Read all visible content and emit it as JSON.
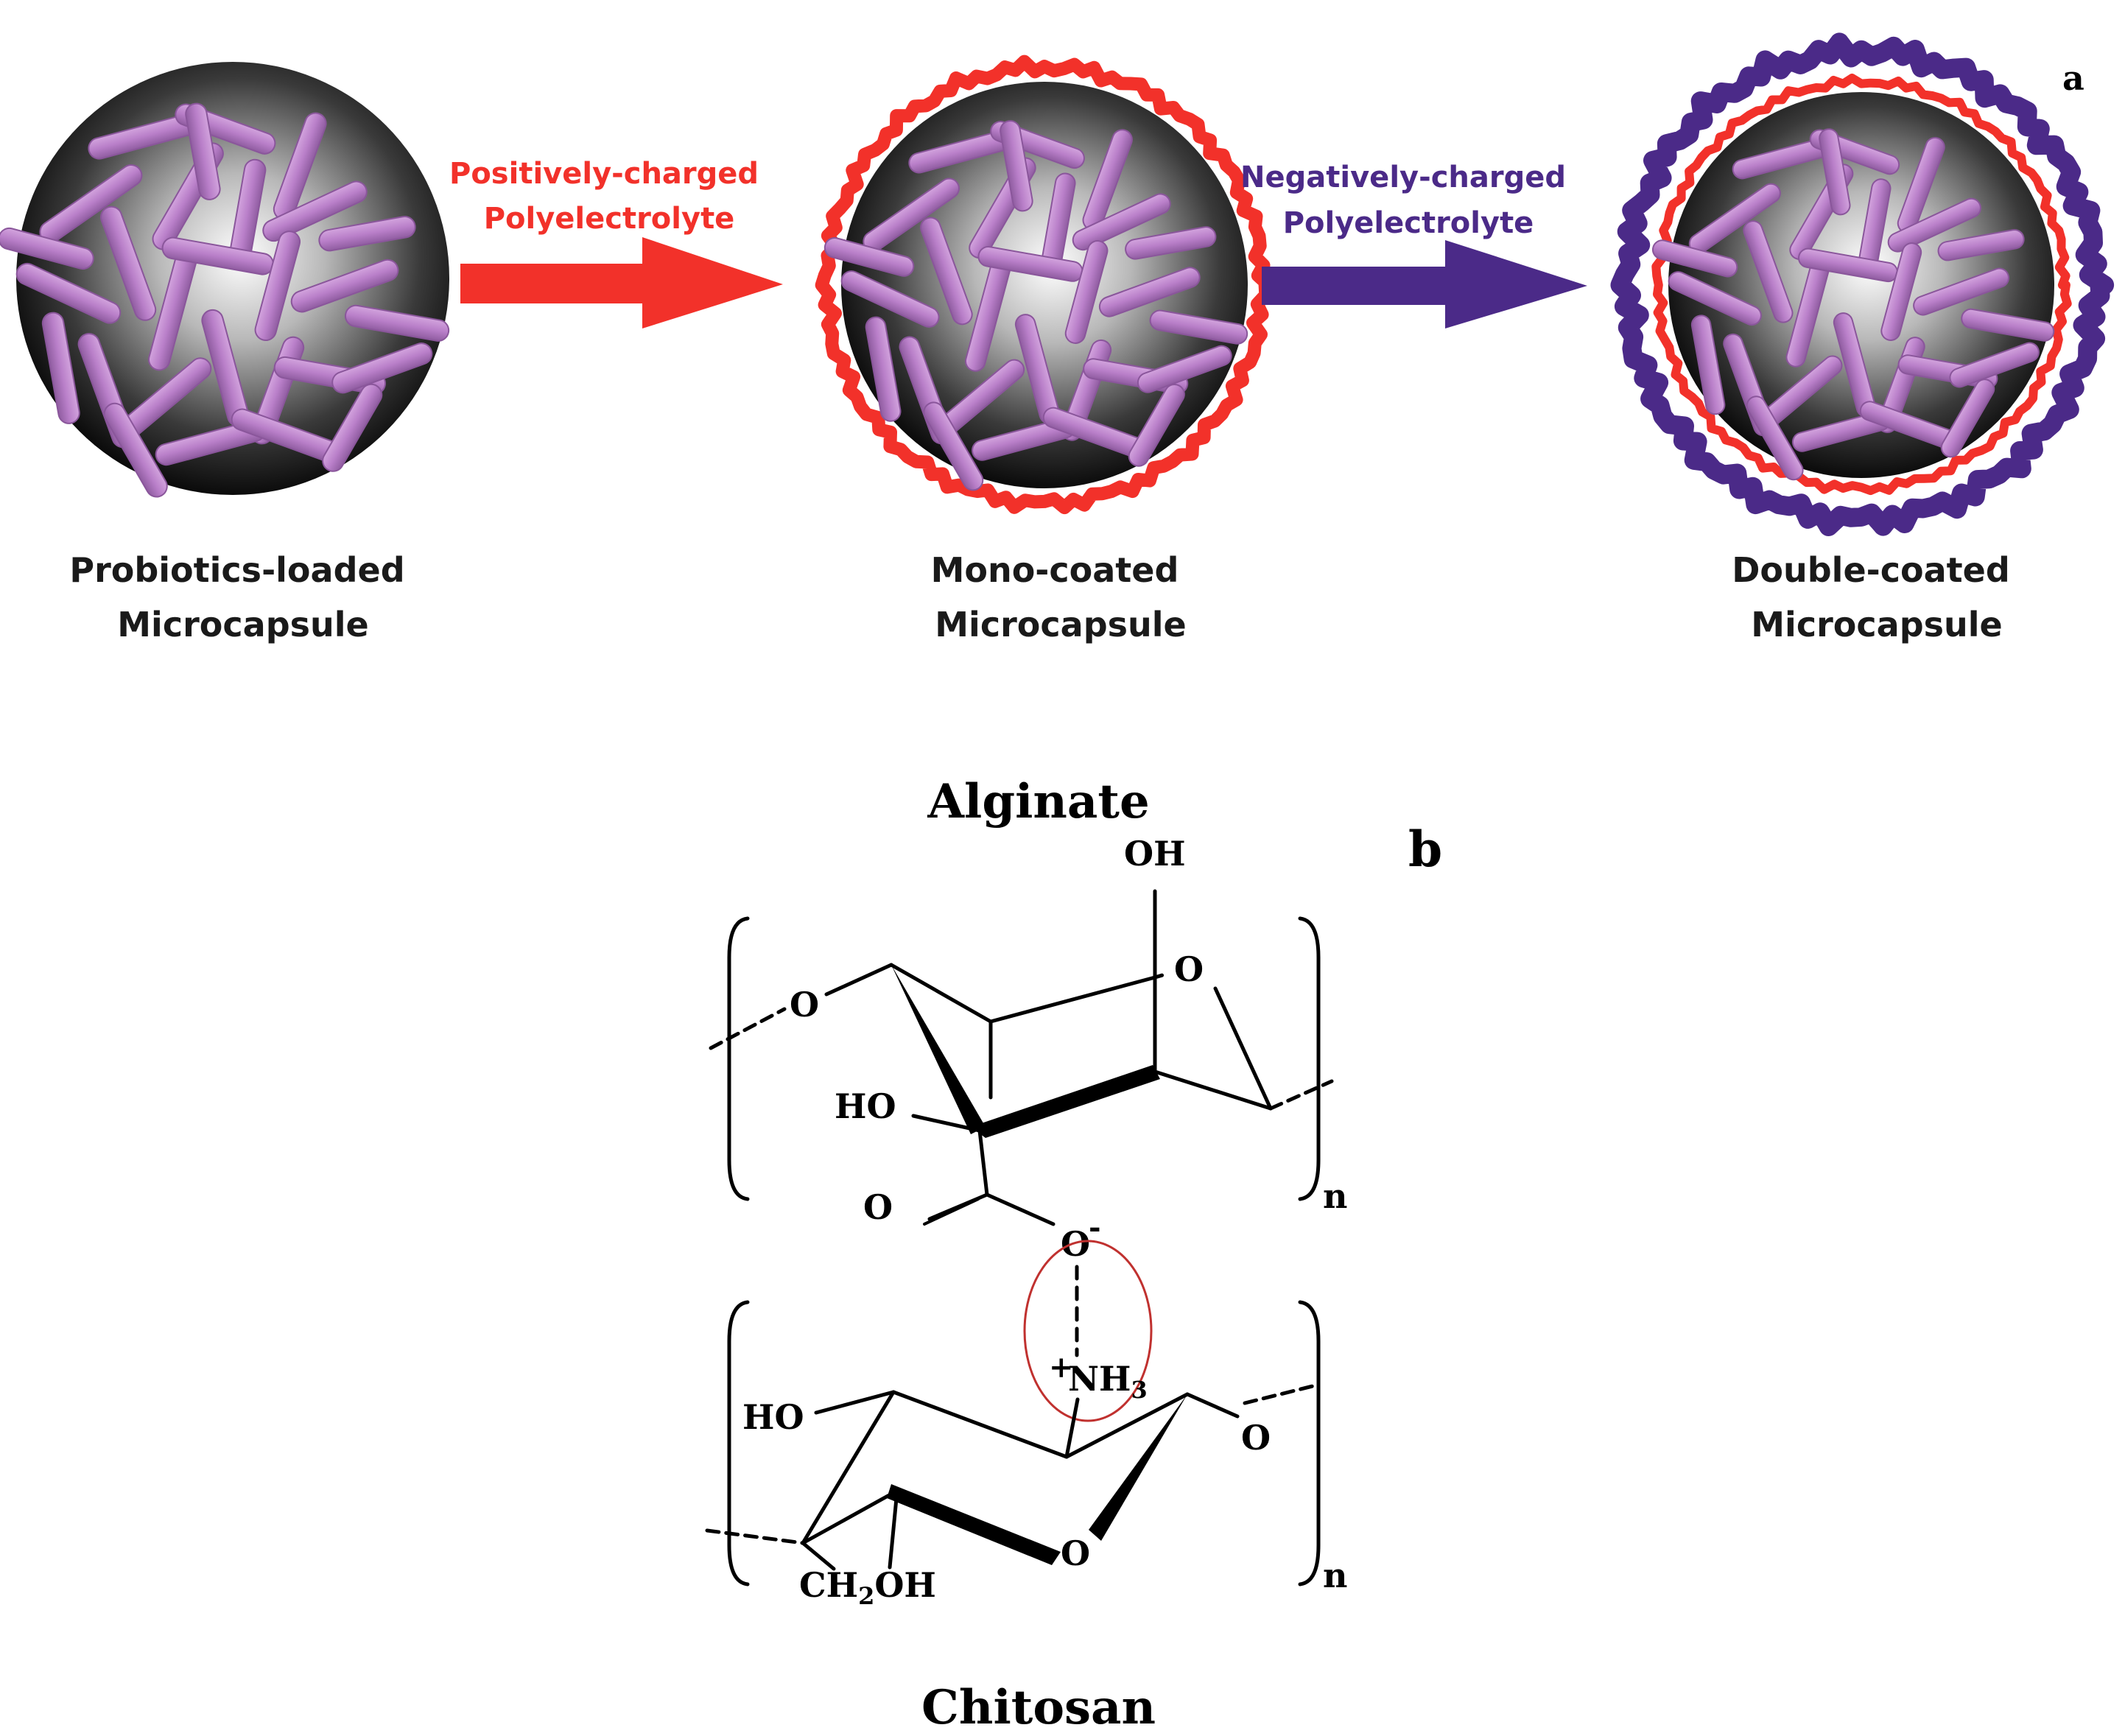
{
  "panel_a": {
    "label": "a",
    "capsule_1_label": [
      "Probiotics-loaded",
      "Microcapsule"
    ],
    "capsule_2_label": [
      "Mono-coated",
      "Microcapsule"
    ],
    "capsule_3_label": [
      "Double-coated",
      "Microcapsule"
    ],
    "arrow_1_label": [
      "Positively-charged",
      "Polyelectrolyte"
    ],
    "arrow_2_label": [
      "Negatively-charged",
      "Polyelectrolyte"
    ],
    "colors": {
      "positive": "#f2312a",
      "negative": "#4b2a88",
      "bacteria": "#b97fc9",
      "bacteria_edge": "#8a569b",
      "capsule_dark": "#0b0b0b",
      "capsule_light": "#ffffff"
    }
  },
  "panel_b": {
    "label": "b",
    "alginate_title": "Alginate",
    "chitosan_title": "Chitosan",
    "alginate_atoms": {
      "oh_top": "OH",
      "ring_o": "O",
      "link_o": "O",
      "ho_left": "HO",
      "carbonyl_o": "O",
      "carboxylate_o": "O",
      "carboxylate_charge": "-",
      "repeat_n": "n"
    },
    "chitosan_atoms": {
      "ammonium_charge": "+",
      "ammonium": "NH",
      "ammonium_sub": "3",
      "ho_left": "HO",
      "link_o": "O",
      "ring_o": "O",
      "ch2oh_a": "CH",
      "ch2oh_sub": "2",
      "ch2oh_b": "OH",
      "repeat_n": "n"
    },
    "colors": {
      "interaction_circle": "#c0312f",
      "structure": "#000000"
    }
  }
}
